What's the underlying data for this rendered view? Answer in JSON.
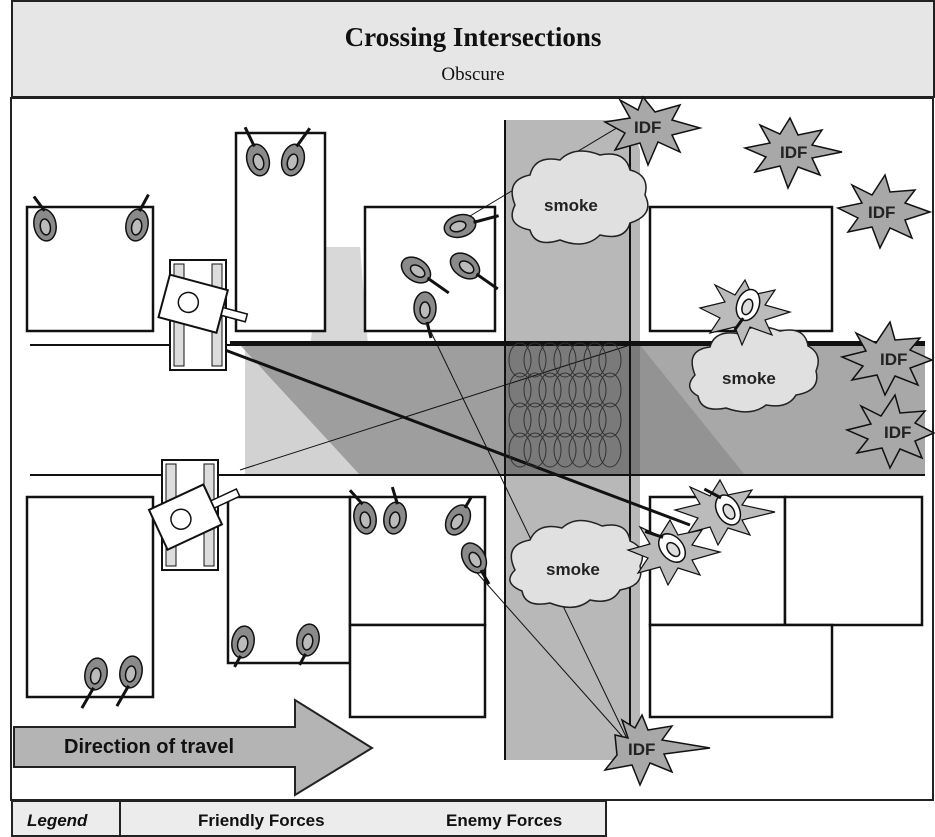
{
  "header": {
    "title": "Crossing Intersections",
    "subtitle": "Obscure"
  },
  "direction": {
    "label": "Direction of travel"
  },
  "labels": {
    "idf": "IDF",
    "smoke": "smoke"
  },
  "legend": {
    "title": "Legend",
    "friendly": "Friendly Forces",
    "enemy": "Enemy Forces"
  },
  "colors": {
    "friendly_fill": "#8a8a8a",
    "enemy_fill": "#ffffff",
    "sector_light": "#c8c8c8",
    "sector_dark": "#7a7a7a",
    "header_bg": "#e6e6e6"
  }
}
